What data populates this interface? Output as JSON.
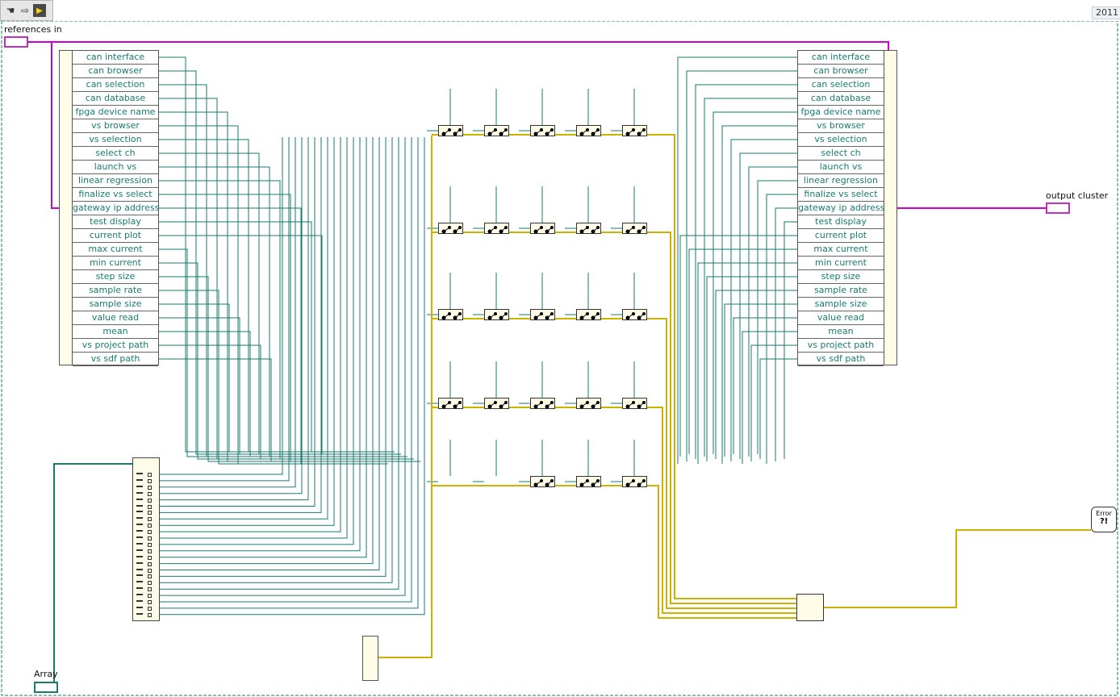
{
  "toolbar": {
    "run_icon": "hand-pointer-icon",
    "step_icon": "arrow-right-icon",
    "labview_icon": "labview-block-icon"
  },
  "version_label": "2011",
  "left_terminal": {
    "label": "references in",
    "icon": "cluster-terminal-icon"
  },
  "right_terminal": {
    "label": "output cluster",
    "icon": "cluster-terminal-icon"
  },
  "array_terminal": {
    "label": "Array",
    "icon": "array-terminal-icon"
  },
  "error_indicator": {
    "label": "Error",
    "mark": "?!"
  },
  "bundle_fields": [
    "can interface",
    "can browser",
    "can selection",
    "can database",
    "fpga device name",
    "vs browser",
    "vs selection",
    "select ch",
    "launch vs",
    "linear regression",
    "finalize vs select",
    "gateway ip address",
    "test display",
    "current plot",
    "max current",
    "min current",
    "step size",
    "sample rate",
    "sample size",
    "value read",
    "mean",
    "vs project path",
    "vs sdf path"
  ],
  "colors": {
    "wire_teal": "#1a7a6e",
    "wire_pink": "#d000d0",
    "wire_error_yellow": "#c8b400",
    "block_fill": "#fffde8"
  }
}
